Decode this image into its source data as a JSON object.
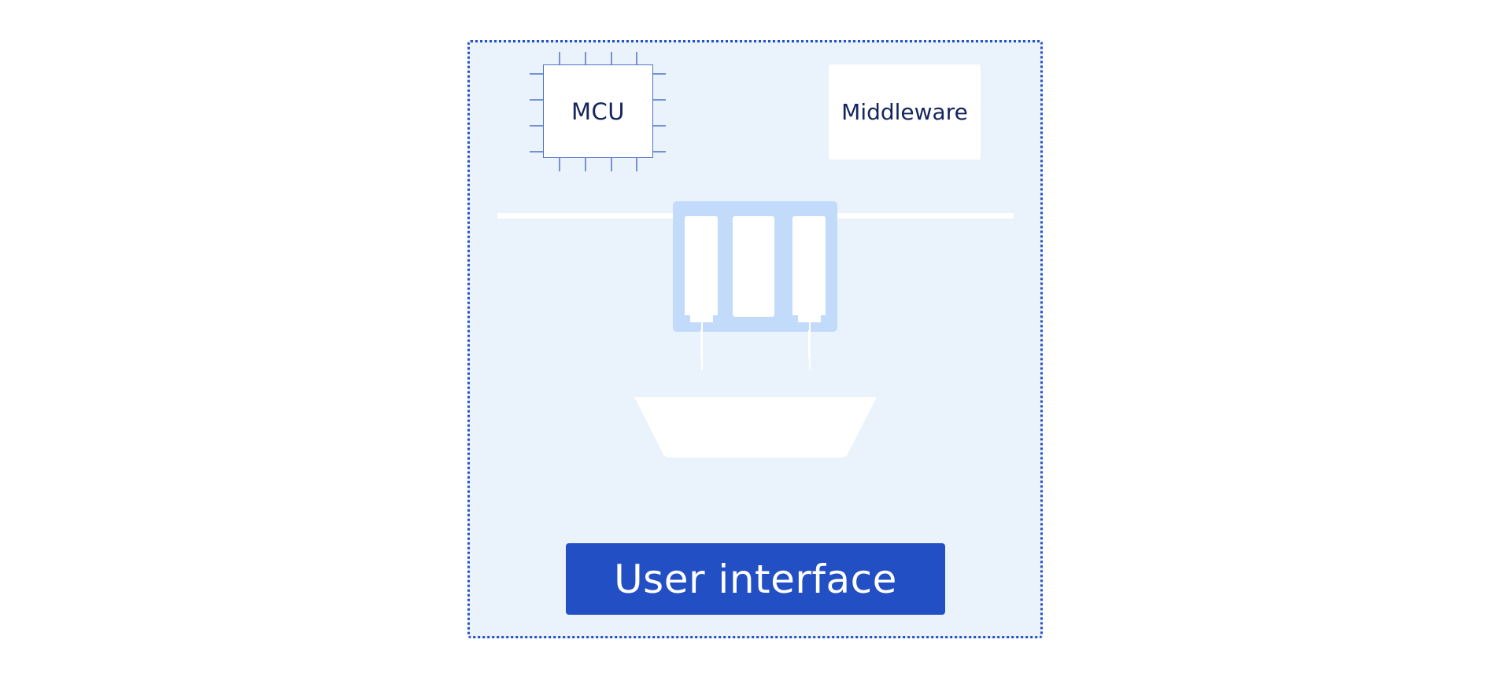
{
  "diagram": {
    "blocks": {
      "mcu": {
        "label": "MCU"
      },
      "middleware": {
        "label": "Middleware"
      },
      "user_interface": {
        "label": "User interface"
      }
    }
  },
  "colors": {
    "frame_border": "#2450c8",
    "frame_fill": "#eaf2fb",
    "accent": "#234fc4",
    "panel": "#c2dbfb",
    "text_dark": "#14245c"
  }
}
